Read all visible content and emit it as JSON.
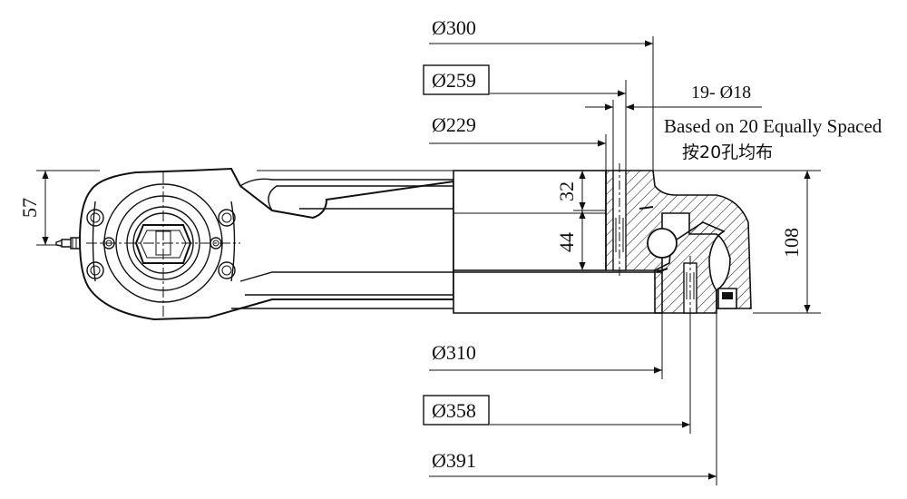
{
  "dimensions": {
    "d300": "Ø300",
    "d259": "Ø259",
    "d229": "Ø229",
    "d310": "Ø310",
    "d358": "Ø358",
    "d391": "Ø391",
    "holes": "19- Ø18",
    "h57": "57",
    "h32": "32",
    "h44": "44",
    "h108": "108"
  },
  "notes": {
    "spacing_en": "Based on 20 Equally Spaced",
    "spacing_cn": "按20孔均布"
  }
}
